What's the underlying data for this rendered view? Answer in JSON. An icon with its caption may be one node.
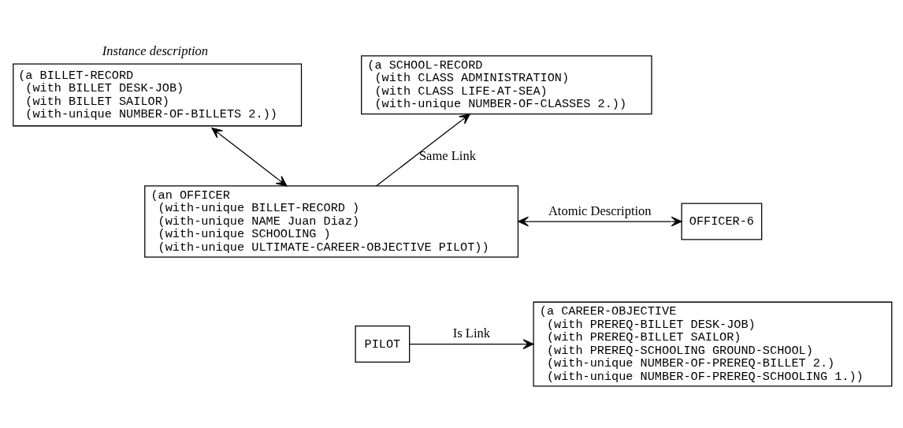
{
  "diagram": {
    "nodes": [
      {
        "text": [
          "(a BILLET-RECORD (with BILLET DESK-JOB) (with BILLET SAILOR) (with-unique NUMBER-OF-BILLETS 2.))"
        ],
        "beside": [
          "Instance description"
        ]
      },
      {
        "text": [
          "(a SCHOOL-RECORD (with CLASS ADMINISTRATION) (with CLASS LIFE-AT-SEA) (with-unique NUMBER-OF-CLASSES 2.))"
        ]
      },
      {
        "text": [
          "(an OFFICER (with-unique BILLET-RECORD ) (with-unique NAME Juan Diaz) (with-unique SCHOOLING ) (with-unique ULTIMATE-CAREER-OBJECTIVE PILOT))"
        ]
      },
      {
        "text": [
          "OFFICER-6"
        ]
      },
      {
        "text": [
          "PILOT"
        ]
      },
      {
        "text": [
          "(a CAREER-OBJECTIVE (with PREREQ-BILLET DESK-JOB) (with PREREQ-BILLET SAILOR) (with PREREQ-SCHOOLING GROUND-SCHOOL) (with-unique NUMBER-OF-PREREQ-BILLET 2.) (with-unique NUMBER-OF-PREREQ-SCHOOLING 1.))"
        ]
      }
    ],
    "edges": [
      {
        "from": 2,
        "to": 0,
        "arrow": "both"
      },
      {
        "from": 2,
        "to": 1,
        "arrow": "to",
        "label": "Same Link"
      },
      {
        "from": 2,
        "to": 3,
        "arrow": "both",
        "label": "Atomic Description"
      },
      {
        "from": 4,
        "to": 5,
        "arrow": "to",
        "label": "Is Link"
      }
    ]
  }
}
